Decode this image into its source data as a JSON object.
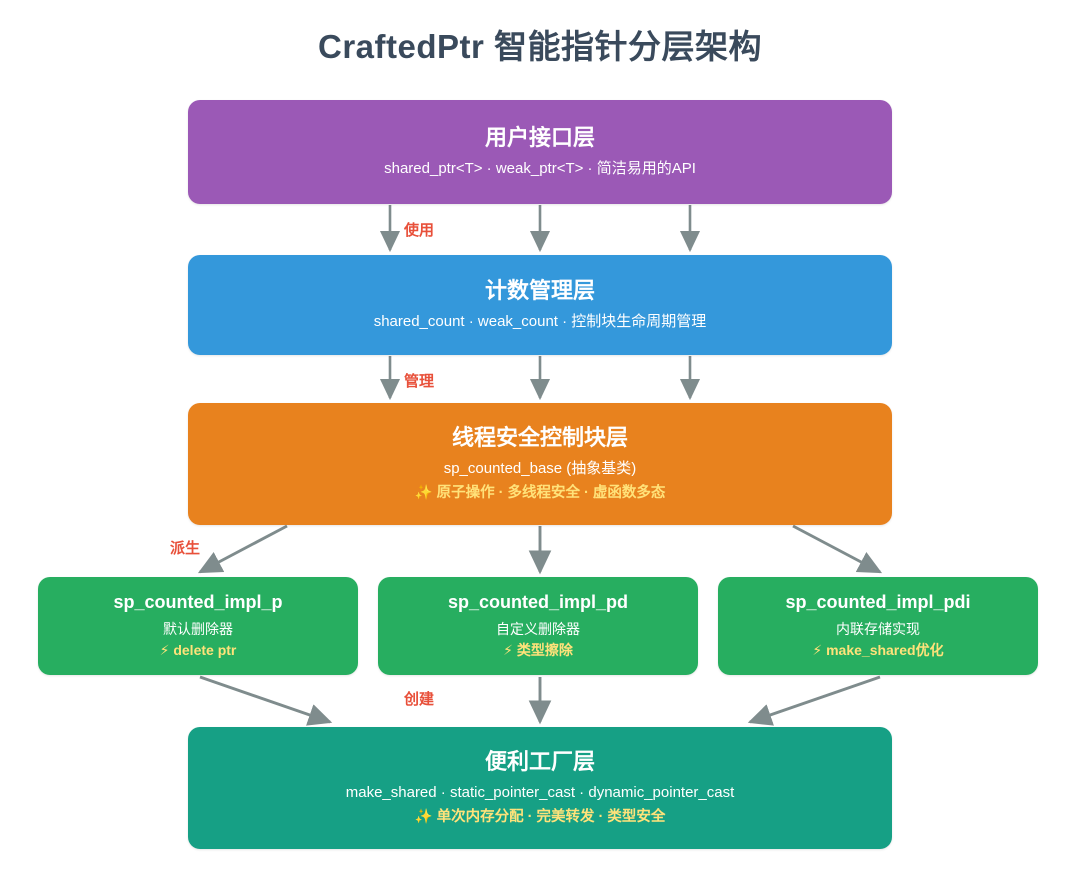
{
  "title": "CraftedPtr 智能指针分层架构",
  "colors": {
    "title": "#3a4a5c",
    "ui_layer": "#9b59b6",
    "count_layer": "#3498db",
    "control_layer": "#e8821e",
    "impl_layer": "#27ae60",
    "factory_layer": "#16a085",
    "highlight_text": "#ffe27a",
    "edge_label": "#e8503a",
    "arrow": "#7f8c8d"
  },
  "nodes": {
    "ui_layer": {
      "title": "用户接口层",
      "sub": "shared_ptr<T> · weak_ptr<T> · 简洁易用的API"
    },
    "count_layer": {
      "title": "计数管理层",
      "sub": "shared_count · weak_count · 控制块生命周期管理"
    },
    "control_layer": {
      "title": "线程安全控制块层",
      "sub": "sp_counted_base (抽象基类)",
      "highlight": "✨ 原子操作 · 多线程安全 · 虚函数多态"
    },
    "impl_p": {
      "title": "sp_counted_impl_p",
      "sub": "默认删除器",
      "highlight": "⚡ delete ptr"
    },
    "impl_pd": {
      "title": "sp_counted_impl_pd",
      "sub": "自定义删除器",
      "highlight": "⚡ 类型擦除"
    },
    "impl_pdi": {
      "title": "sp_counted_impl_pdi",
      "sub": "内联存储实现",
      "highlight": "⚡ make_shared优化"
    },
    "factory_layer": {
      "title": "便利工厂层",
      "sub": "make_shared · static_pointer_cast · dynamic_pointer_cast",
      "highlight": "✨ 单次内存分配 · 完美转发 · 类型安全"
    }
  },
  "edges": {
    "use": "使用",
    "manage": "管理",
    "derive": "派生",
    "create": "创建"
  }
}
